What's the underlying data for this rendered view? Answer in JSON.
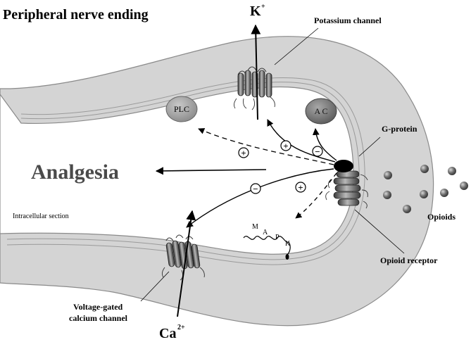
{
  "title": "Peripheral nerve ending",
  "center_label": "Analgesia",
  "region_label": "Intracellular section",
  "ions": {
    "potassium": {
      "symbol": "K",
      "charge": "+"
    },
    "calcium": {
      "symbol": "Ca",
      "charge": "2+"
    }
  },
  "labels": {
    "potassium_channel": "Potassium channel",
    "g_protein": "G-protein",
    "opioids": "Opioids",
    "opioid_receptor": "Opioid receptor",
    "calcium_channel_line1": "Voltage-gated",
    "calcium_channel_line2": "calcium channel"
  },
  "effectors": {
    "plc": "PLC",
    "ac": "A C"
  },
  "mapk_letters": [
    "M",
    "A",
    "P",
    "K"
  ],
  "signs": {
    "plc": "+",
    "potassium": "+",
    "ac": "−",
    "calcium": "−",
    "mapk": "+"
  },
  "colors": {
    "membrane": "#d4d4d4",
    "membrane_edge": "#8a8a8a",
    "effector_fill": "#8f8f8f",
    "ac_fill": "#6e6e6e",
    "g_protein": "#000000",
    "opioid_molecule": "#6a6a6a",
    "text_dark": "#000000",
    "analgesia_text": "#4a4a4a"
  }
}
